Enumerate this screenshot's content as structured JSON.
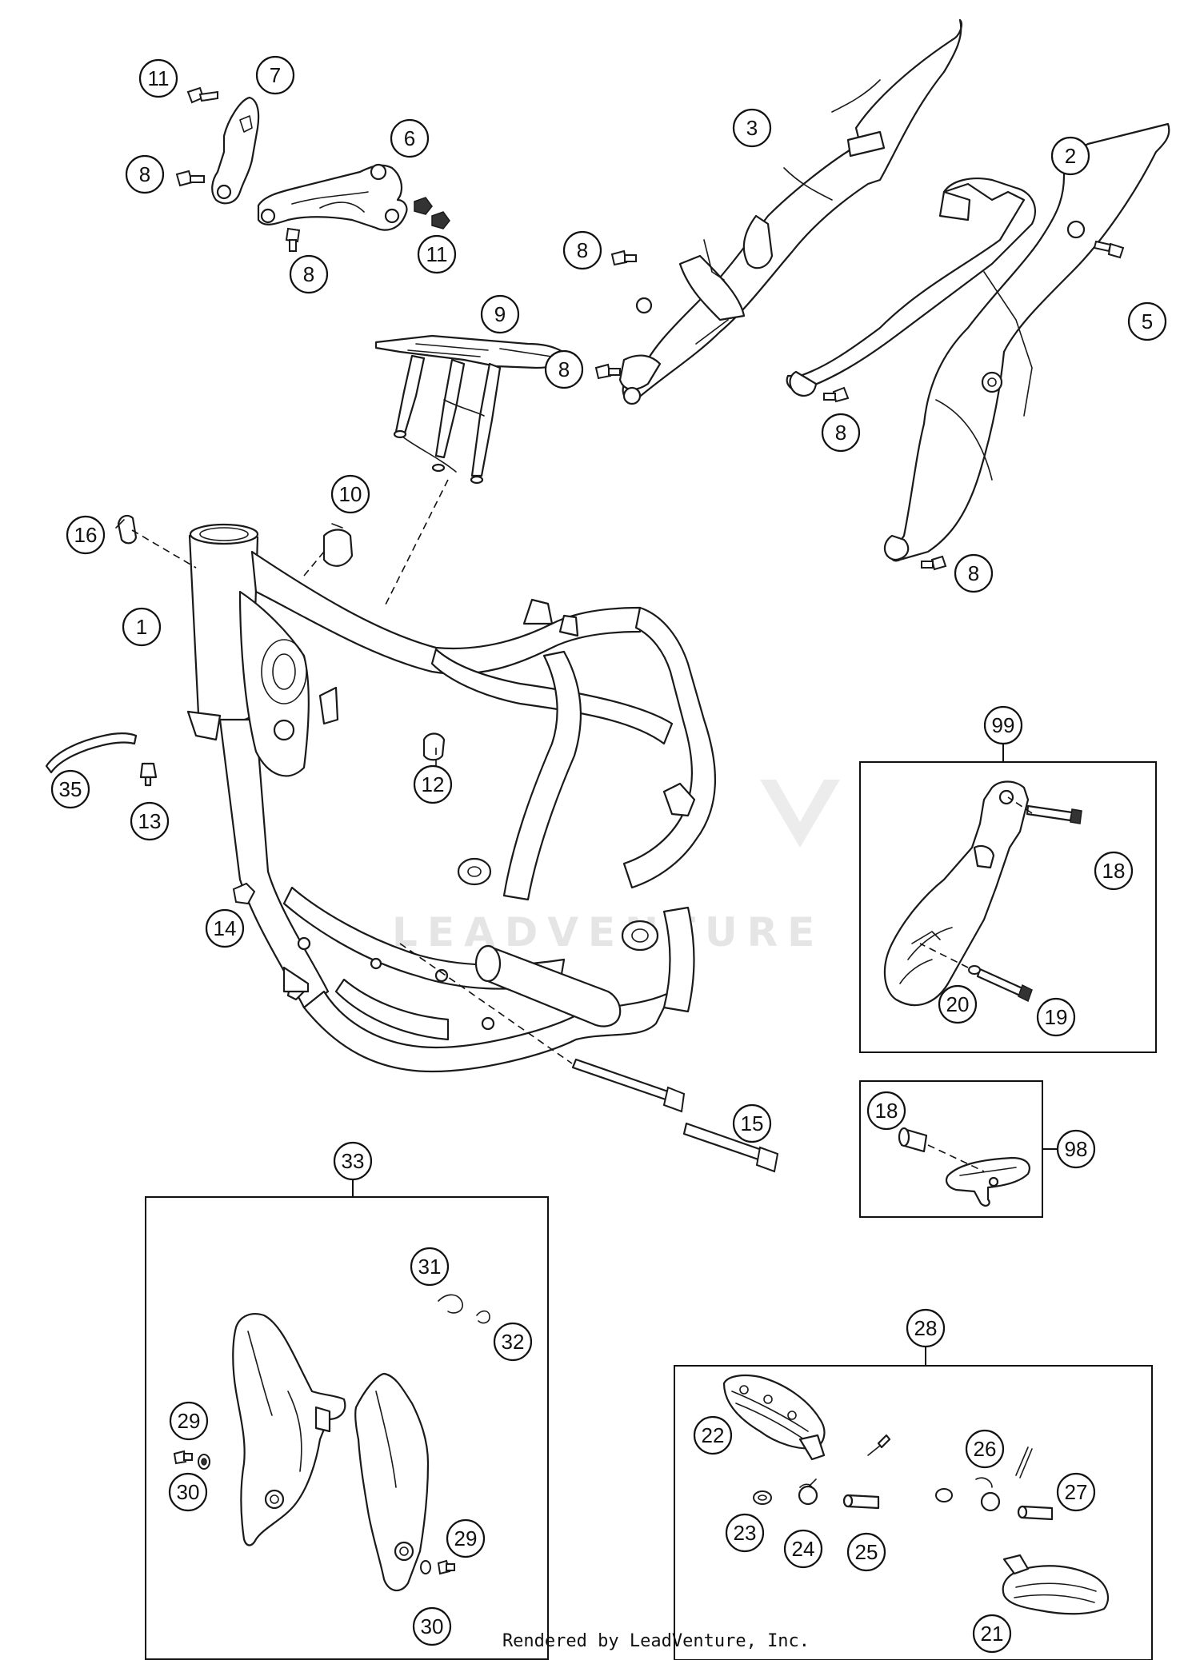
{
  "watermark": "LEADVENTURE",
  "footer": "Rendered by LeadVenture, Inc.",
  "labels": {
    "l1": "1",
    "l2": "2",
    "l3": "3",
    "l5": "5",
    "l6": "6",
    "l7": "7",
    "l8a": "8",
    "l8b": "8",
    "l8c": "8",
    "l8d": "8",
    "l8e": "8",
    "l8f": "8",
    "l9": "9",
    "l10": "10",
    "l11a": "11",
    "l11b": "11",
    "l12": "12",
    "l13": "13",
    "l14": "14",
    "l15": "15",
    "l16": "16",
    "l18a": "18",
    "l18b": "18",
    "l19": "19",
    "l20": "20",
    "l21": "21",
    "l22": "22",
    "l23": "23",
    "l24": "24",
    "l25": "25",
    "l26": "26",
    "l27": "27",
    "l28": "28",
    "l29a": "29",
    "l29b": "29",
    "l30a": "30",
    "l30b": "30",
    "l31": "31",
    "l32": "32",
    "l33": "33",
    "l35": "35",
    "l98": "98",
    "l99": "99"
  }
}
